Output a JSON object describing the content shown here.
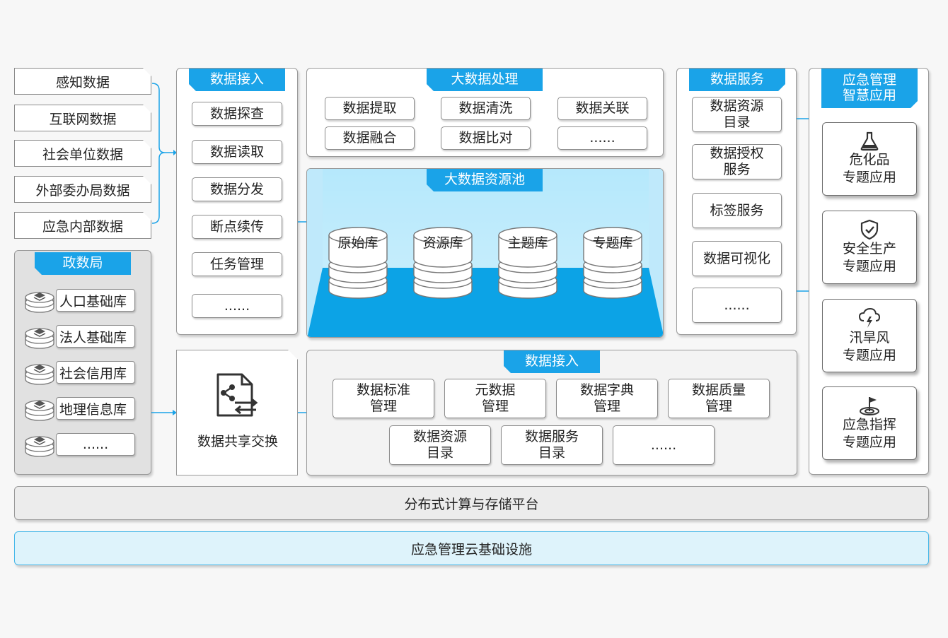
{
  "sources": [
    "感知数据",
    "互联网数据",
    "社会单位数据",
    "外部委办局数据",
    "应急内部数据"
  ],
  "gov": {
    "title": "政数局",
    "dbs": [
      "人口基础库",
      "法人基础库",
      "社会信用库",
      "地理信息库",
      "......"
    ]
  },
  "ingest": {
    "title": "数据接入",
    "items": [
      "数据探查",
      "数据读取",
      "数据分发",
      "断点续传",
      "任务管理",
      "......"
    ]
  },
  "bigdata": {
    "title": "大数据处理",
    "items": [
      "数据提取",
      "数据清洗",
      "数据关联",
      "数据融合",
      "数据比对",
      "......"
    ]
  },
  "pool": {
    "title": "大数据资源池",
    "dbs": [
      "原始库",
      "资源库",
      "主题库",
      "专题库"
    ]
  },
  "services": {
    "title": "数据服务",
    "items": [
      "数据资源\n目录",
      "数据授权\n服务",
      "标签服务",
      "数据可视化",
      "......"
    ]
  },
  "apps": {
    "title": "应急管理\n智慧应用",
    "items": [
      {
        "label": "危化品\n专题应用",
        "icon": "flask-icon"
      },
      {
        "label": "安全生产\n专题应用",
        "icon": "shield-check-icon"
      },
      {
        "label": "汛旱风\n专题应用",
        "icon": "storm-cloud-icon"
      },
      {
        "label": "应急指挥\n专题应用",
        "icon": "target-flag-icon"
      }
    ]
  },
  "exchange": {
    "label": "数据共享交换",
    "icon": "share-document-icon"
  },
  "governance": {
    "title": "数据接入",
    "row1": [
      "数据标准\n管理",
      "元数据\n管理",
      "数据字典\n管理",
      "数据质量\n管理"
    ],
    "row2": [
      "数据资源\n目录",
      "数据服务\n目录",
      "......"
    ]
  },
  "platform": "分布式计算与存储平台",
  "infra": "应急管理云基础设施",
  "colors": {
    "accent": "#1aa3e8",
    "pool_top": "#a9e3fb",
    "pool_bottom": "#0ca3e6",
    "infra_bg": "#def3fb"
  }
}
